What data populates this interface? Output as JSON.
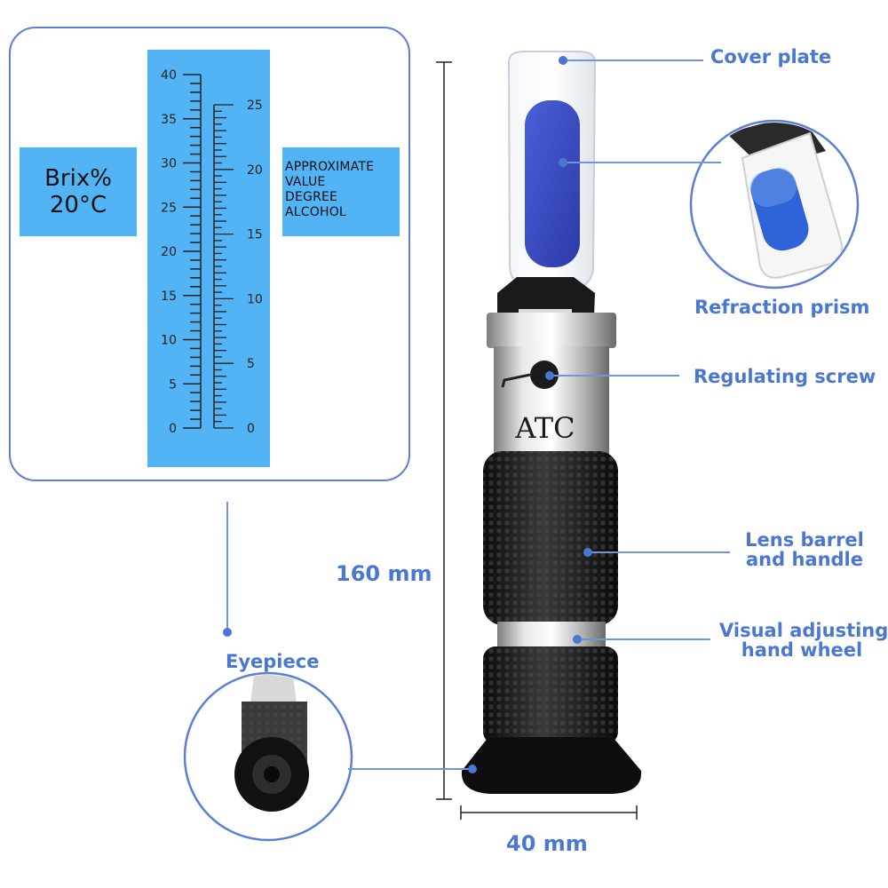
{
  "scale": {
    "brix_line1": "Brix%",
    "brix_line2": "20°C",
    "alcohol_lines": [
      "APPROXIMATE",
      "VALUE",
      "DEGREE",
      "ALCOHOL"
    ],
    "left_ticks": [
      "40",
      "35",
      "30",
      "25",
      "20",
      "15",
      "10",
      "5",
      "0"
    ],
    "right_ticks": [
      "25",
      "20",
      "15",
      "10",
      "5",
      "0"
    ],
    "scale_color": "#52b3f5"
  },
  "instrument": {
    "atc_label": "ATC"
  },
  "callouts": {
    "cover_plate": "Cover plate",
    "refraction_prism": "Refraction prism",
    "regulating_screw": "Regulating screw",
    "lens_barrel_1": "Lens barrel",
    "lens_barrel_2": "and handle",
    "visual_adjust_1": "Visual adjusting",
    "visual_adjust_2": "hand wheel",
    "eyepiece": "Eyepiece"
  },
  "dimensions": {
    "height": "160 mm",
    "width": "40 mm"
  },
  "colors": {
    "accent": "#4a78d0",
    "panel_border": "#5b7fd6"
  }
}
